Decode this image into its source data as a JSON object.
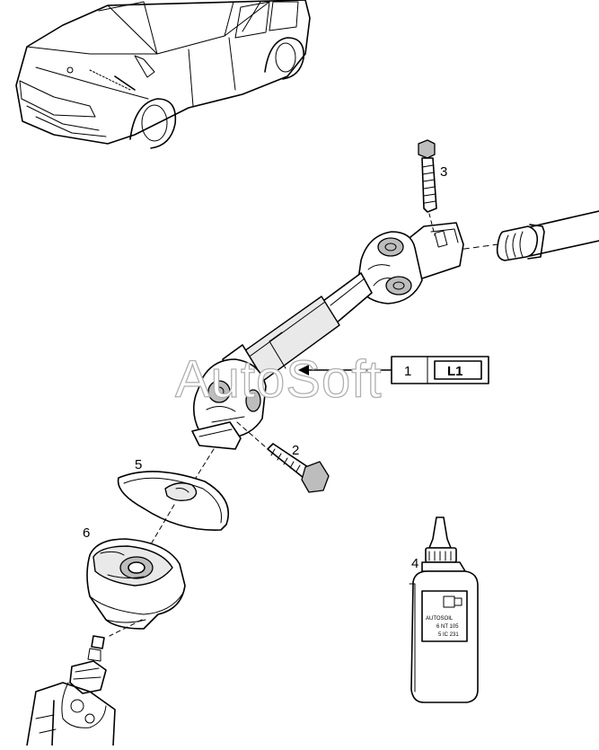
{
  "watermark": "AutoSoft",
  "callouts": {
    "item1": "1",
    "item1_box": "L1",
    "item2": "2",
    "item3": "3",
    "item4": "4",
    "item5": "5",
    "item6": "6"
  },
  "bottle_label": [
    "AUTOSOIL",
    "6 NT 105",
    "5 IC 231"
  ],
  "icons": {
    "car": "car-outline-icon",
    "shaft": "steering-intermediate-shaft",
    "bottle": "adhesive-bottle-icon"
  }
}
